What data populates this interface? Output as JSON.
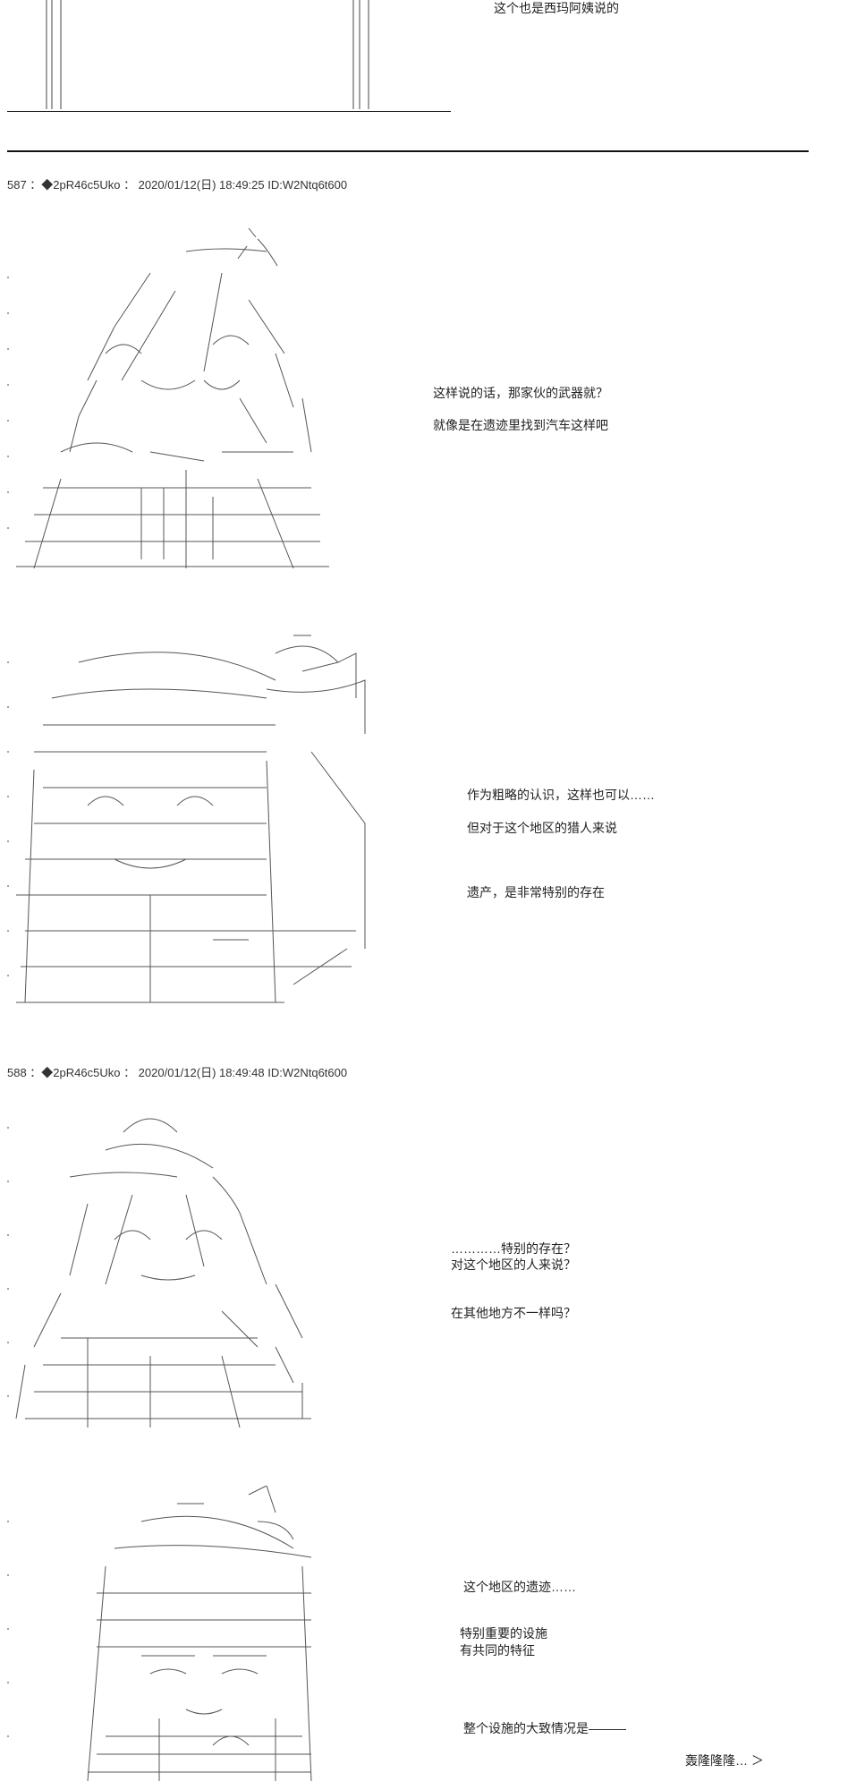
{
  "top_caption": "这个也是西玛阿姨说的",
  "posts": [
    {
      "header": "587 ：◆2pR46c5Uko ： 2020/01/12(日) 18:49:25 ID:W2Ntq6t600",
      "blocks": [
        {
          "lines": [
            "这样说的话，那家伙的武器就？",
            "就像是在遗迹里找到汽车这样吧"
          ]
        },
        {
          "lines": [
            "作为粗略的认识，这样也可以……",
            "但对于这个地区的猎人来说",
            "",
            "遗产，是非常特别的存在"
          ]
        }
      ]
    },
    {
      "header": "588 ：◆2pR46c5Uko ： 2020/01/12(日) 18:49:48 ID:W2Ntq6t600",
      "blocks": [
        {
          "lines": [
            "…………特别的存在？",
            "对这个地区的人来说？",
            "",
            "在其他地方不一样吗？"
          ]
        },
        {
          "lines": [
            "这个地区的遗迹……",
            "",
            "特别重要的设施",
            "有共同的特征",
            "",
            "整个设施的大致情况是———"
          ]
        }
      ],
      "footer": "轰隆隆隆… ＞"
    }
  ]
}
